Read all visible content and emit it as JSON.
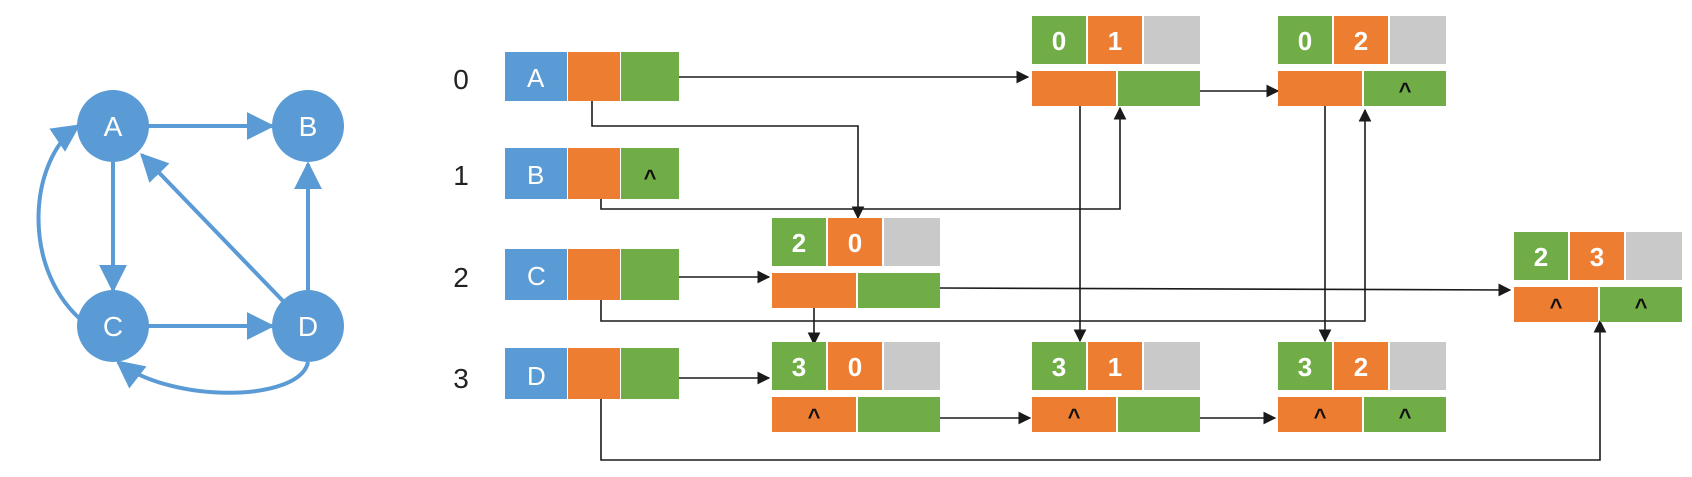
{
  "colors": {
    "blue": "#5b9bd5",
    "orange": "#ed7d31",
    "green": "#70ad47",
    "gray": "#c9c9c9",
    "edge": "#5b9bd5",
    "line": "#1a1a1a"
  },
  "graph": {
    "vertices": [
      {
        "id": "A",
        "label": "A"
      },
      {
        "id": "B",
        "label": "B"
      },
      {
        "id": "C",
        "label": "C"
      },
      {
        "id": "D",
        "label": "D"
      }
    ]
  },
  "vertex_list": [
    {
      "index": "0",
      "label": "A",
      "firstout": ""
    },
    {
      "index": "1",
      "label": "B",
      "firstout": "^"
    },
    {
      "index": "2",
      "label": "C",
      "firstout": ""
    },
    {
      "index": "3",
      "label": "D",
      "firstout": ""
    }
  ],
  "arc_nodes": [
    {
      "id": "n01",
      "tail": "0",
      "head": "1",
      "hlink": "",
      "tlink": ""
    },
    {
      "id": "n02",
      "tail": "0",
      "head": "2",
      "hlink": "",
      "tlink": "^"
    },
    {
      "id": "n20",
      "tail": "2",
      "head": "0",
      "hlink": "",
      "tlink": ""
    },
    {
      "id": "n23",
      "tail": "2",
      "head": "3",
      "hlink": "^",
      "tlink": "^"
    },
    {
      "id": "n30",
      "tail": "3",
      "head": "0",
      "hlink": "^",
      "tlink": ""
    },
    {
      "id": "n31",
      "tail": "3",
      "head": "1",
      "hlink": "^",
      "tlink": ""
    },
    {
      "id": "n32",
      "tail": "3",
      "head": "2",
      "hlink": "^",
      "tlink": "^"
    }
  ]
}
